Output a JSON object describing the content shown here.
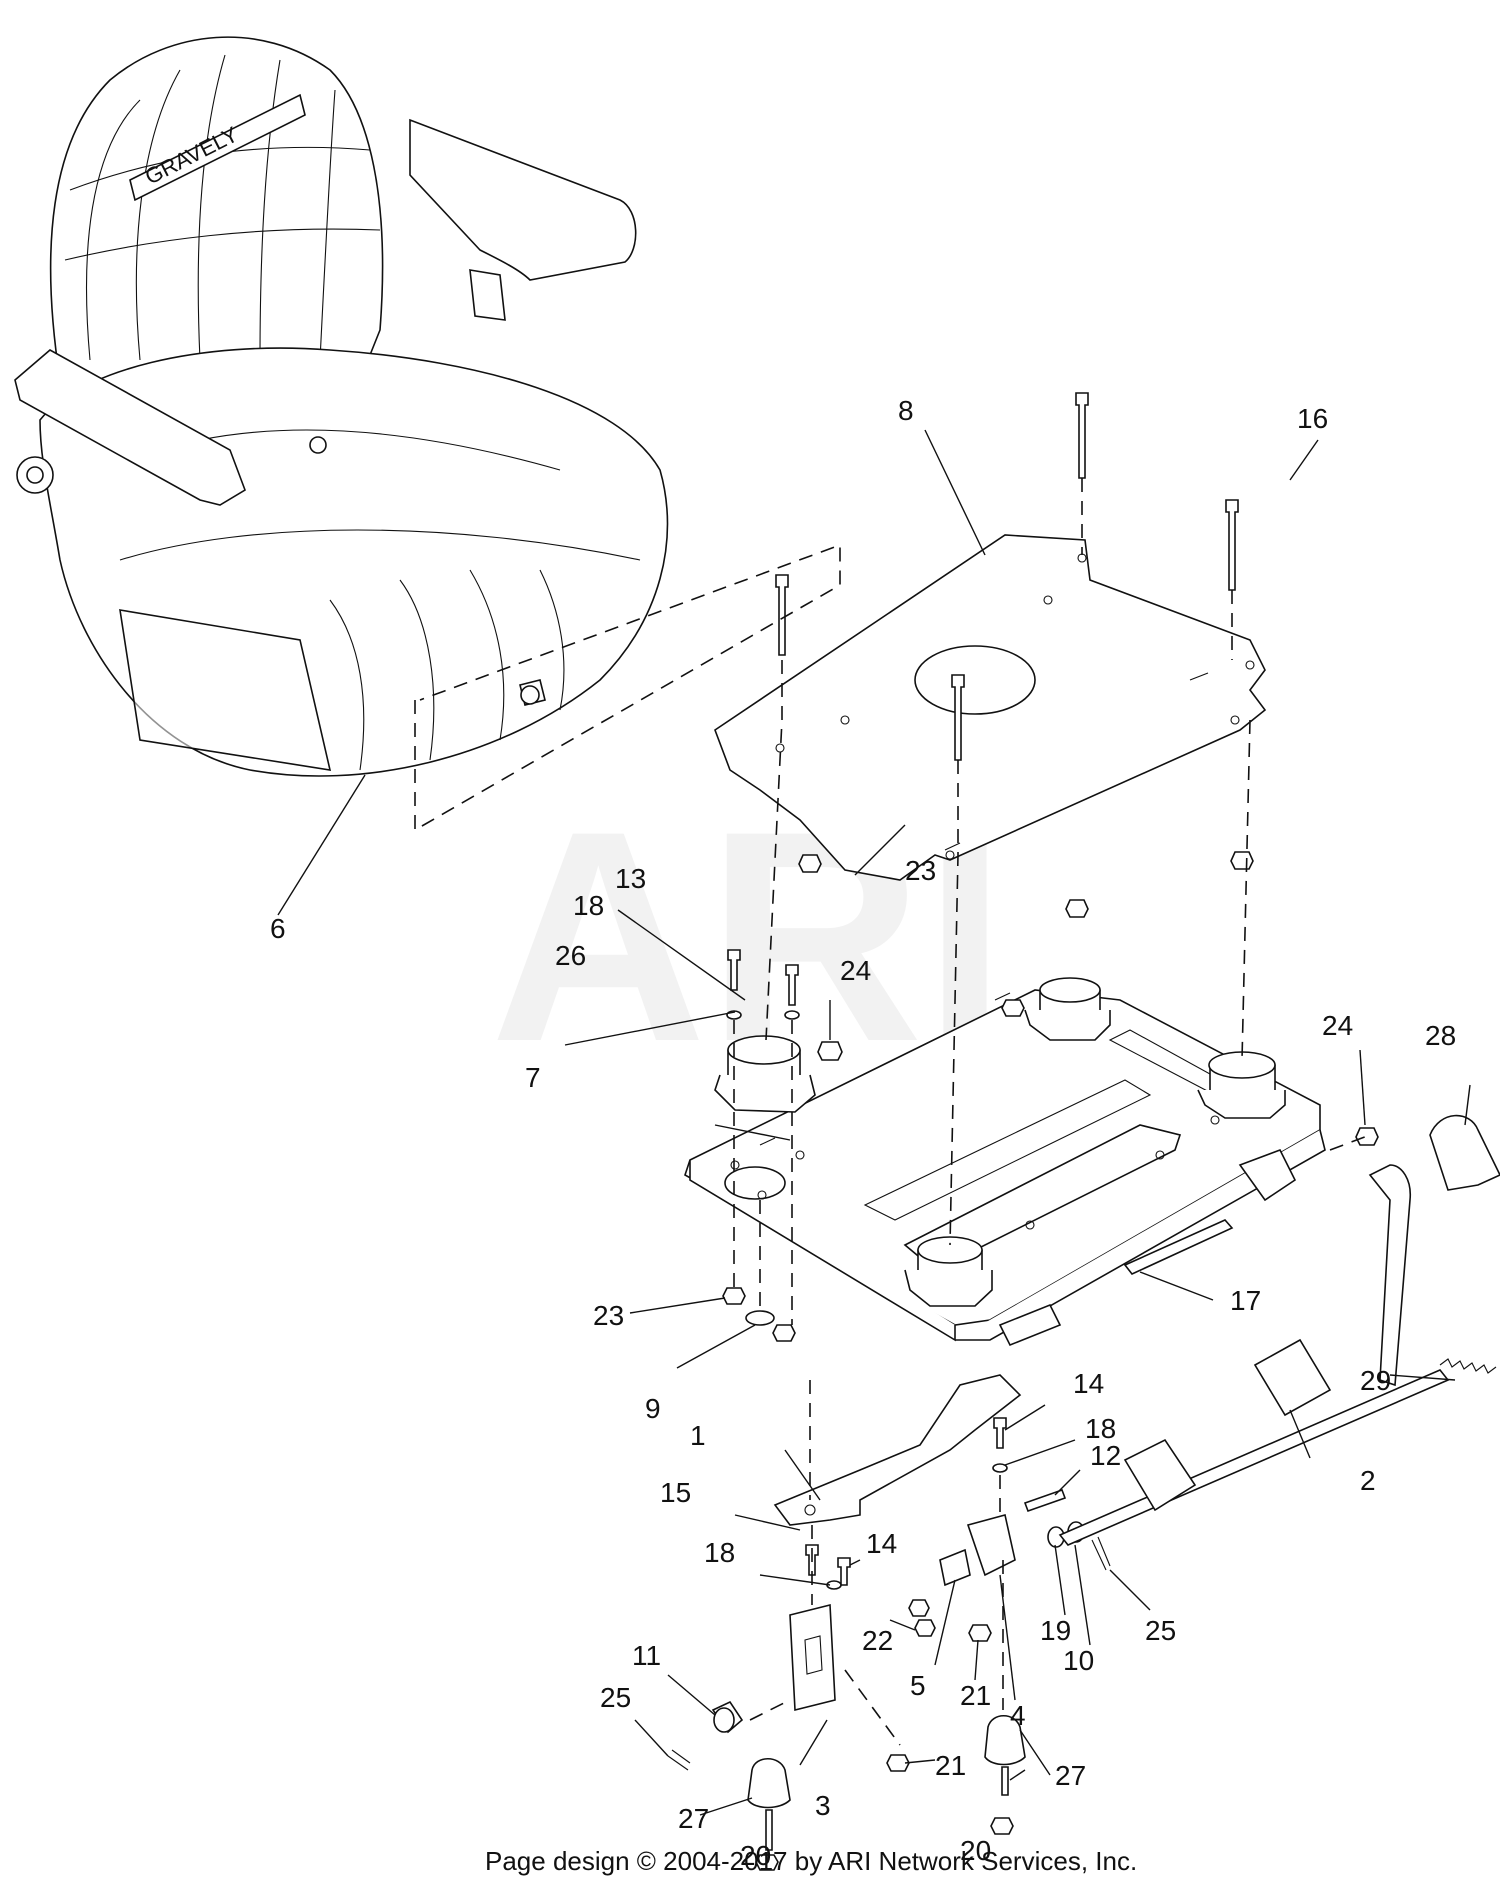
{
  "diagram": {
    "watermark": "ARI",
    "seat_brand": "GRAVELY",
    "footer": "Page design © 2004-2017 by ARI Network Services, Inc.",
    "callouts": [
      {
        "id": "c16",
        "text": "16"
      },
      {
        "id": "c8",
        "text": "8"
      },
      {
        "id": "c23a",
        "text": "23"
      },
      {
        "id": "c6",
        "text": "6"
      },
      {
        "id": "c13",
        "text": "13"
      },
      {
        "id": "c18a",
        "text": "18"
      },
      {
        "id": "c24a",
        "text": "24"
      },
      {
        "id": "c26",
        "text": "26"
      },
      {
        "id": "c7",
        "text": "7"
      },
      {
        "id": "c24b",
        "text": "24"
      },
      {
        "id": "c28",
        "text": "28"
      },
      {
        "id": "c17",
        "text": "17"
      },
      {
        "id": "c23b",
        "text": "23"
      },
      {
        "id": "c9",
        "text": "9"
      },
      {
        "id": "c14a",
        "text": "14"
      },
      {
        "id": "c18b",
        "text": "18"
      },
      {
        "id": "c29",
        "text": "29"
      },
      {
        "id": "c1",
        "text": "1"
      },
      {
        "id": "c12",
        "text": "12"
      },
      {
        "id": "c2",
        "text": "2"
      },
      {
        "id": "c15",
        "text": "15"
      },
      {
        "id": "c14b",
        "text": "14"
      },
      {
        "id": "c18c",
        "text": "18"
      },
      {
        "id": "c22",
        "text": "22"
      },
      {
        "id": "c19",
        "text": "19"
      },
      {
        "id": "c25a",
        "text": "25"
      },
      {
        "id": "c10",
        "text": "10"
      },
      {
        "id": "c11",
        "text": "11"
      },
      {
        "id": "c5",
        "text": "5"
      },
      {
        "id": "c21a",
        "text": "21"
      },
      {
        "id": "c25b",
        "text": "25"
      },
      {
        "id": "c4",
        "text": "4"
      },
      {
        "id": "c21b",
        "text": "21"
      },
      {
        "id": "c27a",
        "text": "27"
      },
      {
        "id": "c3",
        "text": "3"
      },
      {
        "id": "c27b",
        "text": "27"
      },
      {
        "id": "c20a",
        "text": "20"
      },
      {
        "id": "c20b",
        "text": "20"
      }
    ]
  }
}
